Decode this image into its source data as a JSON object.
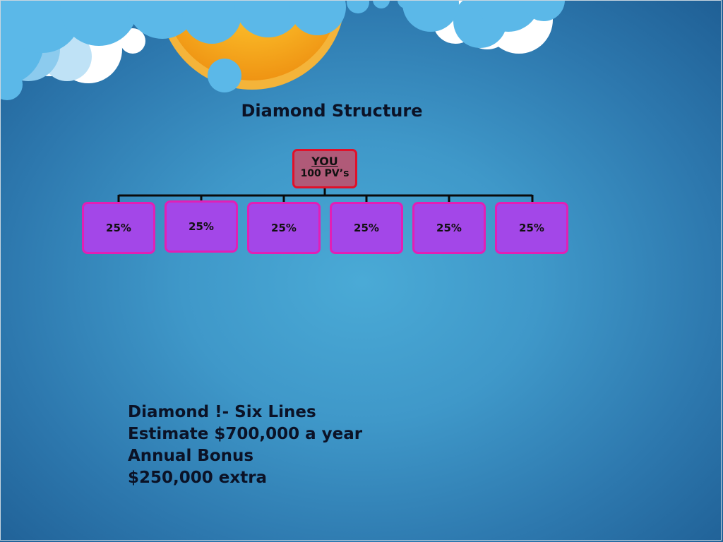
{
  "slide": {
    "title": "Diamond Structure"
  },
  "diagram": {
    "root": {
      "label": "YOU",
      "pv": "100 PV’s"
    },
    "children": [
      {
        "label": "25%"
      },
      {
        "label": "25%"
      },
      {
        "label": "25%"
      },
      {
        "label": "25%"
      },
      {
        "label": "25%"
      },
      {
        "label": "25%"
      }
    ]
  },
  "notes": [
    "Diamond !- Six Lines",
    "Estimate $700,000 a year",
    "Annual Bonus",
    "$250,000 extra"
  ],
  "colors": {
    "background": "#3f98c9",
    "root_fill": "#b05a78",
    "root_border": "#e0112a",
    "child_fill": "#a347e8",
    "child_border": "#e21fb5",
    "sun": "#f6a81c",
    "cloud": "#5bb8e8"
  }
}
